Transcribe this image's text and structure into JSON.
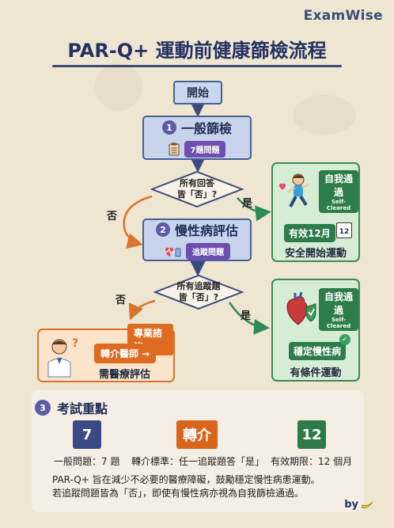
{
  "brand": "ExamWise",
  "title": "PAR-Q+ 運動前健康篩檢流程",
  "start": "開始",
  "step1": {
    "num": "1",
    "title": "一般篩檢",
    "badge": "7題問題"
  },
  "decision1": {
    "line1": "所有回答",
    "line2": "皆「否」?",
    "yes": "是",
    "no": "否"
  },
  "step2": {
    "num": "2",
    "title": "慢性病評估",
    "badge": "追蹤問題"
  },
  "decision2": {
    "line1": "所有追蹤題",
    "line2": "皆「否」?",
    "yes": "是",
    "no": "否"
  },
  "outcome1": {
    "cleared": "自我通過",
    "cleared_en": "Self-Cleared",
    "validity": "有效12月",
    "calendar": "12",
    "label": "安全開始運動"
  },
  "outcome2": {
    "cleared": "自我通過",
    "cleared_en": "Self-Cleared",
    "badge": "穩定慢性病",
    "label": "有條件運動"
  },
  "referral": {
    "tag": "專業諮詢",
    "button": "轉介醫師 →",
    "label": "需醫療評估"
  },
  "key_points": {
    "num": "3",
    "title": "考試重點",
    "items": [
      {
        "value": "7",
        "caption": "一般問題：7 題",
        "color": "#3b4a86"
      },
      {
        "value": "轉介",
        "caption": "轉介標準：任一追蹤題答「是」",
        "color": "#d9641c"
      },
      {
        "value": "12",
        "caption": "有效期限：12 個月",
        "color": "#2f7b47"
      }
    ],
    "note1": "PAR-Q+ 旨在減少不必要的醫療障礙，鼓勵穩定慢性病患運動。",
    "note2": "若追蹤問題皆為「否」，即使有慢性病亦視為自我篩檢通過。"
  },
  "by": "by"
}
